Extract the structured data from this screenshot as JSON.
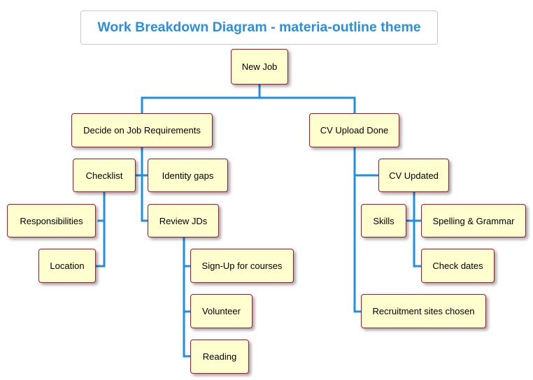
{
  "title": "Work Breakdown Diagram - materia-outline theme",
  "colors": {
    "title": "#2b8fe0",
    "node_fill": "#fefece",
    "node_border": "#b0103a",
    "connector": "#1f8fe5"
  },
  "nodes": {
    "new_job": "New Job",
    "decide_requirements": "Decide on Job Requirements",
    "cv_upload_done": "CV Upload Done",
    "checklist": "Checklist",
    "identity_gaps": "Identity gaps",
    "responsibilities": "Responsibilities",
    "location": "Location",
    "review_jds": "Review JDs",
    "sign_up_courses": "Sign-Up for courses",
    "volunteer": "Volunteer",
    "reading": "Reading",
    "cv_updated": "CV Updated",
    "skills": "Skills",
    "spelling_grammar": "Spelling & Grammar",
    "check_dates": "Check dates",
    "recruitment_sites": "Recruitment sites chosen"
  }
}
